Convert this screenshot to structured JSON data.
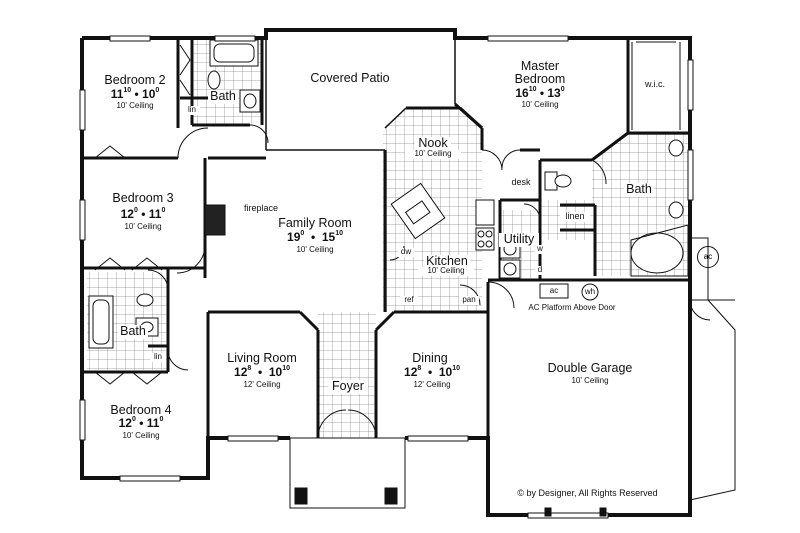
{
  "rooms": {
    "bedroom2": {
      "name": "Bedroom 2",
      "dim_a": "11",
      "dim_a_sup": "10",
      "dim_b": "10",
      "dim_b_sup": "0",
      "ceiling": "10' Ceiling"
    },
    "covered_patio": {
      "name": "Covered Patio"
    },
    "master": {
      "name_line1": "Master",
      "name_line2": "Bedroom",
      "dim_a": "16",
      "dim_a_sup": "10",
      "dim_b": "13",
      "dim_b_sup": "0",
      "ceiling": "10' Ceiling"
    },
    "wic": {
      "name": "w.i.c."
    },
    "bath_top": {
      "name": "Bath"
    },
    "lin_top": {
      "name": "lin"
    },
    "nook": {
      "name": "Nook",
      "ceiling": "10' Ceiling"
    },
    "desk": {
      "name": "desk"
    },
    "master_bath": {
      "name": "Bath"
    },
    "linen": {
      "name": "linen"
    },
    "bedroom3": {
      "name": "Bedroom 3",
      "dim_a": "12",
      "dim_a_sup": "0",
      "dim_b": "11",
      "dim_b_sup": "0",
      "ceiling": "10' Ceiling"
    },
    "fireplace": {
      "name": "fireplace"
    },
    "family": {
      "name": "Family Room",
      "dim_a": "19",
      "dim_a_sup": "0",
      "dim_b": "15",
      "dim_b_sup": "10",
      "ceiling": "10' Ceiling"
    },
    "utility": {
      "name": "Utility",
      "w": "w",
      "d": "d"
    },
    "kitchen": {
      "name": "Kitchen",
      "ceiling": "10' Ceiling",
      "dw": "dw",
      "ref": "ref",
      "pan": "pan"
    },
    "ac_outside": {
      "name": "ac"
    },
    "ac_platform": {
      "ac": "ac",
      "wh": "wh",
      "note": "AC Platform Above Door"
    },
    "bath_left": {
      "name": "Bath"
    },
    "lin_left": {
      "name": "lin"
    },
    "living": {
      "name": "Living Room",
      "dim_a": "12",
      "dim_a_sup": "8",
      "dim_b": "10",
      "dim_b_sup": "10",
      "ceiling": "12' Ceiling"
    },
    "foyer": {
      "name": "Foyer"
    },
    "dining": {
      "name": "Dining",
      "dim_a": "12",
      "dim_a_sup": "8",
      "dim_b": "10",
      "dim_b_sup": "10",
      "ceiling": "12' Ceiling"
    },
    "garage": {
      "name": "Double Garage",
      "ceiling": "10' Ceiling"
    },
    "bedroom4": {
      "name": "Bedroom 4",
      "dim_a": "12",
      "dim_a_sup": "0",
      "dim_b": "11",
      "dim_b_sup": "0",
      "ceiling": "10' Ceiling"
    }
  },
  "copyright": "© by Designer, All Rights Reserved"
}
